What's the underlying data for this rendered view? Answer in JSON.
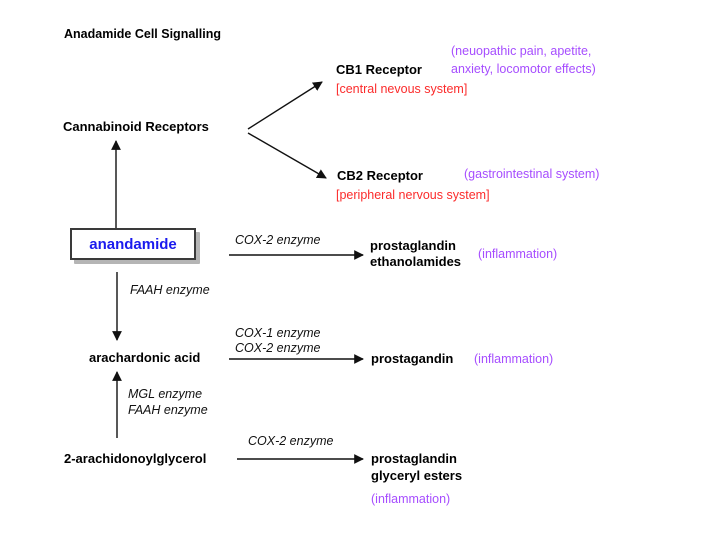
{
  "title": "Anadamide Cell Signalling",
  "colors": {
    "highlight_text": "#1a1aee",
    "annotation_purple": "#a64dff",
    "system_red": "#fb2b2b",
    "arrow": "#111111",
    "box_border": "#3a3a3a",
    "box_shadow": "#b5b5b5",
    "background": "#ffffff"
  },
  "nodes": {
    "cannabinoid_receptors": "Cannabinoid Receptors",
    "cb1": {
      "name": "CB1 Receptor",
      "effects_line1": "(neuopathic pain, apetite,",
      "effects_line2": "anxiety, locomotor effects)",
      "system": "[central nevous system]"
    },
    "cb2": {
      "name": "CB2 Receptor",
      "effects_line1": "(gastrointestinal system)",
      "system": "[peripheral nervous system]"
    },
    "anandamide": "anandamide",
    "arachidonic_acid": "arachardonic acid",
    "arachidonoylglycerol": "2-arachidonoylglycerol",
    "prostaglandin_ethanolamides": {
      "line1": "prostaglandin",
      "line2": "ethanolamides",
      "effect": "(inflammation)"
    },
    "prostagandin": {
      "line1": "prostagandin",
      "effect": "(inflammation)"
    },
    "prostaglandin_glyceryl_esters": {
      "line1": "prostaglandin",
      "line2": "glyceryl esters",
      "effect": "(inflammation)"
    }
  },
  "enzymes": {
    "anandamide_to_pge": "COX-2 enzyme",
    "anandamide_to_aa": "FAAH enzyme",
    "aa_to_prostagandin_line1": "COX-1 enzyme",
    "aa_to_prostagandin_line2": "COX-2 enzyme",
    "ag_to_aa_line1": "MGL enzyme",
    "ag_to_aa_line2": "FAAH enzyme",
    "ag_to_pgge": "COX-2 enzyme"
  }
}
